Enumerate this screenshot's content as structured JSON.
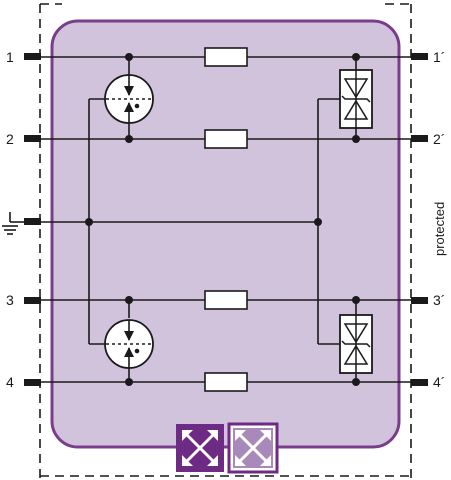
{
  "terminals": {
    "left": [
      "1",
      "2",
      "3",
      "4"
    ],
    "right": [
      "1´",
      "2´",
      "3´",
      "4´"
    ]
  },
  "side_label": "protected",
  "colors": {
    "housing_fill": "#d2c3dc",
    "housing_stroke": "#7a3d8c",
    "accent": "#6e2b83",
    "line": "#1a1a1a",
    "arrester_fill": "#ffffff"
  },
  "icons": {
    "ground": "ground-icon",
    "gas_discharge_tube": "gas-discharge-tube-icon",
    "suppressor_diode": "tvs-diode-icon",
    "resistor": "resistor-icon",
    "logo": "arrows-cross-icon"
  }
}
